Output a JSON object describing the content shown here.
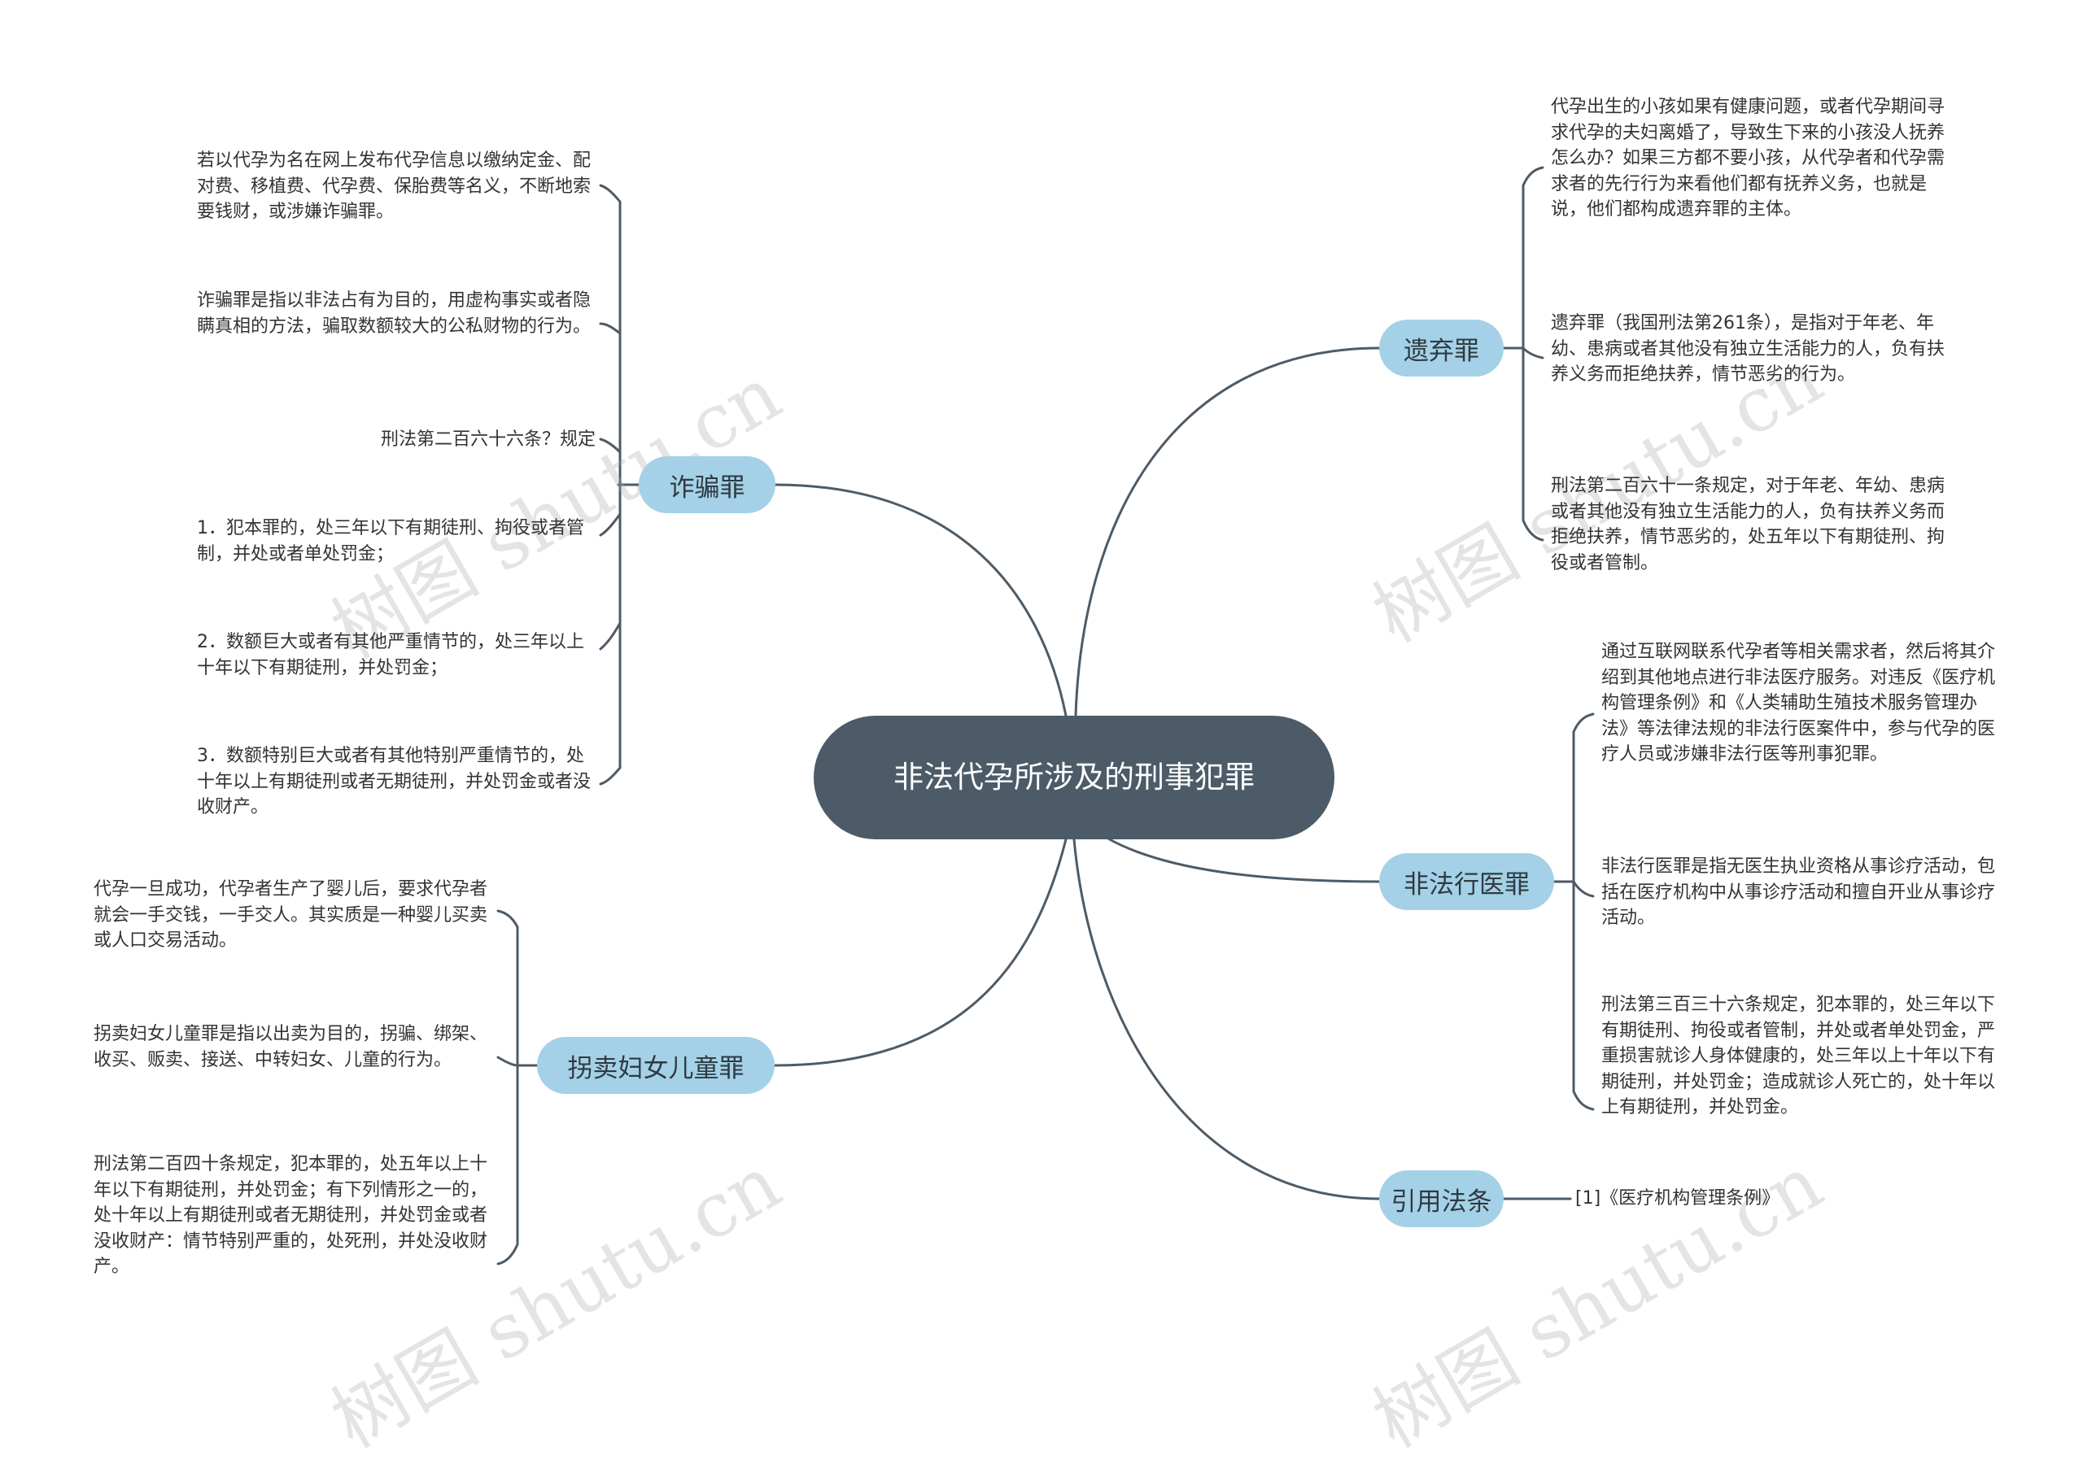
{
  "root": {
    "title": "非法代孕所涉及的刑事犯罪"
  },
  "topics": {
    "fraud": {
      "label": "诈骗罪",
      "leaves": [
        "若以代孕为名在网上发布代孕信息以缴纳定金、配对费、移植费、代孕费、保胎费等名义，不断地索要钱财，或涉嫌诈骗罪。",
        "诈骗罪是指以非法占有为目的，用虚构事实或者隐瞒真相的方法，骗取数额较大的公私财物的行为。",
        "刑法第二百六十六条？规定",
        "1．犯本罪的，处三年以下有期徒刑、拘役或者管制，并处或者单处罚金；",
        "2．数额巨大或者有其他严重情节的，处三年以上十年以下有期徒刑，并处罚金；",
        "3．数额特别巨大或者有其他特别严重情节的，处十年以上有期徒刑或者无期徒刑，并处罚金或者没收财产。"
      ]
    },
    "trafficking": {
      "label": "拐卖妇女儿童罪",
      "leaves": [
        "代孕一旦成功，代孕者生产了婴儿后，要求代孕者就会一手交钱，一手交人。其实质是一种婴儿买卖或人口交易活动。",
        "拐卖妇女儿童罪是指以出卖为目的，拐骗、绑架、收买、贩卖、接送、中转妇女、儿童的行为。",
        "刑法第二百四十条规定，犯本罪的，处五年以上十年以下有期徒刑，并处罚金；有下列情形之一的，处十年以上有期徒刑或者无期徒刑，并处罚金或者没收财产：情节特别严重的，处死刑，并处没收财产。"
      ]
    },
    "abandonment": {
      "label": "遗弃罪",
      "leaves": [
        "代孕出生的小孩如果有健康问题，或者代孕期间寻求代孕的夫妇离婚了，导致生下来的小孩没人抚养怎么办？如果三方都不要小孩，从代孕者和代孕需求者的先行行为来看他们都有抚养义务，也就是说，他们都构成遗弃罪的主体。",
        "遗弃罪（我国刑法第261条），是指对于年老、年幼、患病或者其他没有独立生活能力的人，负有扶养义务而拒绝扶养，情节恶劣的行为。",
        "刑法第二百六十一条规定，对于年老、年幼、患病或者其他没有独立生活能力的人，负有扶养义务而拒绝扶养，情节恶劣的，处五年以下有期徒刑、拘役或者管制。"
      ]
    },
    "illegal_medicine": {
      "label": "非法行医罪",
      "leaves": [
        "通过互联网联系代孕者等相关需求者，然后将其介绍到其他地点进行非法医疗服务。对违反《医疗机构管理条例》和《人类辅助生殖技术服务管理办法》等法律法规的非法行医案件中，参与代孕的医疗人员或涉嫌非法行医等刑事犯罪。",
        "非法行医罪是指无医生执业资格从事诊疗活动，包括在医疗机构中从事诊疗活动和擅自开业从事诊疗活动。",
        "刑法第三百三十六条规定，犯本罪的，处三年以下有期徒刑、拘役或者管制，并处或者单处罚金，严重损害就诊人身体健康的，处三年以上十年以下有期徒刑，并处罚金；造成就诊人死亡的，处十年以上有期徒刑，并处罚金。"
      ]
    },
    "citation": {
      "label": "引用法条",
      "leaves": [
        "[1]《医疗机构管理条例》"
      ]
    }
  },
  "watermark": "树图 shutu.cn",
  "colors": {
    "root_bg": "#4c5b67",
    "topic_bg": "#a4d1e7",
    "line": "#4c5b67"
  }
}
